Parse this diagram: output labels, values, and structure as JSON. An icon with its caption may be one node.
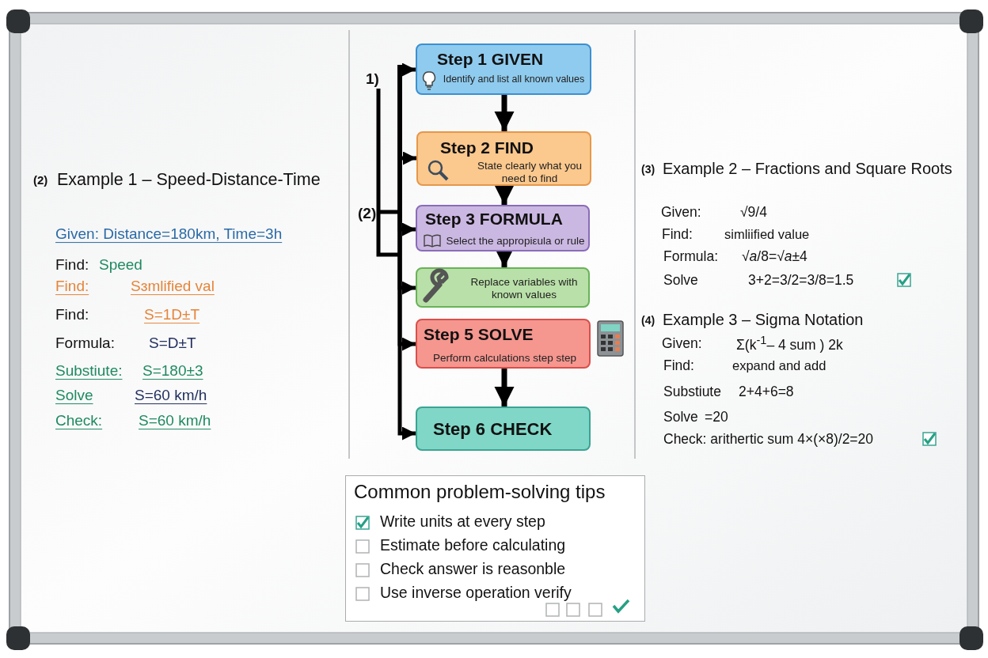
{
  "diagram": {
    "nodes": [
      {
        "text": [
          "Step 1 GIVEN",
          "Identify and list all known values"
        ]
      },
      {
        "text": [
          "Step 2 FIND",
          "State clearly what you need to find"
        ]
      },
      {
        "text": [
          "Step 3 FORMULA",
          "Select the appropiεula or rule"
        ]
      },
      {
        "text": [
          "Replace variables with known values"
        ]
      },
      {
        "text": [
          "Step 5 SOLVE",
          "Perform calculations step step"
        ]
      },
      {
        "text": [
          "Step 6 CHECK"
        ]
      },
      {
        "text": [
          "Common problem-solving tips",
          "Write units at every step",
          "Estimate before calculating",
          "Check answer is reasonble",
          "Use inverse operation verify"
        ]
      }
    ],
    "edges": [
      {
        "from": 0,
        "to": 1,
        "arrow": "to"
      },
      {
        "from": 1,
        "to": 2,
        "arrow": "to"
      },
      {
        "from": 2,
        "to": 3,
        "arrow": "to"
      },
      {
        "from": 4,
        "to": 5,
        "arrow": "to"
      },
      {
        "from": null,
        "to": 0,
        "arrow": "to"
      },
      {
        "from": null,
        "to": 1,
        "arrow": "to"
      },
      {
        "from": null,
        "to": 2,
        "arrow": "to"
      },
      {
        "from": null,
        "to": 3,
        "arrow": "to"
      },
      {
        "from": null,
        "to": 4,
        "arrow": "to"
      },
      {
        "from": null,
        "to": 5,
        "arrow": "to"
      }
    ],
    "labels": [
      "1)",
      "(2)",
      "(2)",
      "Example 1 – Speed-Distance-Time",
      "Given: Distance=180km, Time=3h",
      "Find:",
      "Speed",
      "Find:",
      "Sɜmlified val",
      "Find:",
      "S=1D±T",
      "Formula:",
      "S=D±T",
      "Substiute:",
      "S=180±3",
      "Solve",
      "S=60 km/h",
      "Check:",
      "S=60 km/h",
      "(3)",
      "Example 2 – Fractions and Square Roots",
      "Given:",
      "√9/4",
      "Find:",
      "simliified value",
      "Formula:",
      "√*a*/8=√*a*±4",
      "Solve",
      "3+2=3/2=3/8=1.5",
      "(4)",
      "Example 3 – Sigma Notation",
      "Given:",
      "Σ(k$^{-1}$– 4 sum ) 2k",
      "Find:",
      "expand and add",
      "Substiute",
      "2+4+6=8",
      "Solve",
      "=20",
      "Check: arithertic sum 4×(×8)/2=20"
    ]
  }
}
